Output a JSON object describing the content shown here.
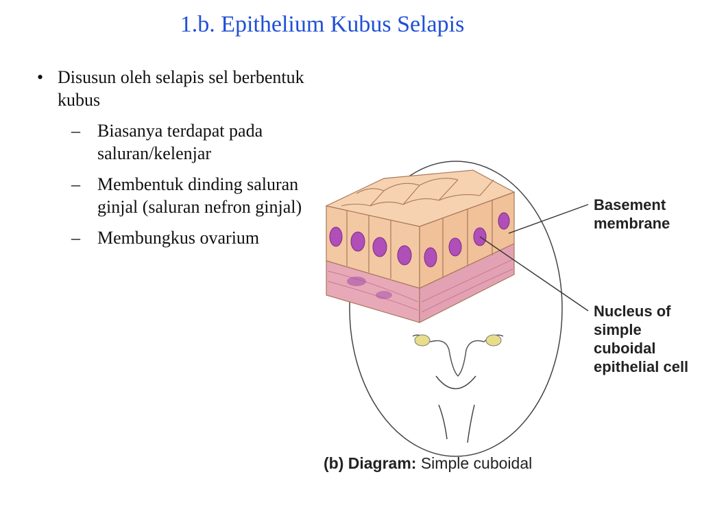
{
  "slide": {
    "title": "1.b. Epithelium Kubus Selapis",
    "bullet_mark": "•",
    "dash_mark": "–",
    "bullets": [
      {
        "text": "Disusun oleh selapis sel berbentuk kubus"
      }
    ],
    "sub_bullets": [
      {
        "text": "Biasanya terdapat pada saluran/kelenjar"
      },
      {
        "text": "Membentuk dinding saluran ginjal (saluran nefron ginjal)"
      },
      {
        "text": "Membungkus ovarium"
      }
    ]
  },
  "diagram": {
    "labels": {
      "basement": "Basement membrane",
      "nucleus": "Nucleus of simple cuboidal epithelial cell"
    },
    "caption_prefix": "(b) Diagram:",
    "caption_text": "Simple cuboidal",
    "colors": {
      "title": "#1f4fd6",
      "cell_fill": "#f3c9a4",
      "cell_stroke": "#a8785a",
      "nucleus": "#b04fb8",
      "tissue": "#e7a9b8"
    }
  }
}
